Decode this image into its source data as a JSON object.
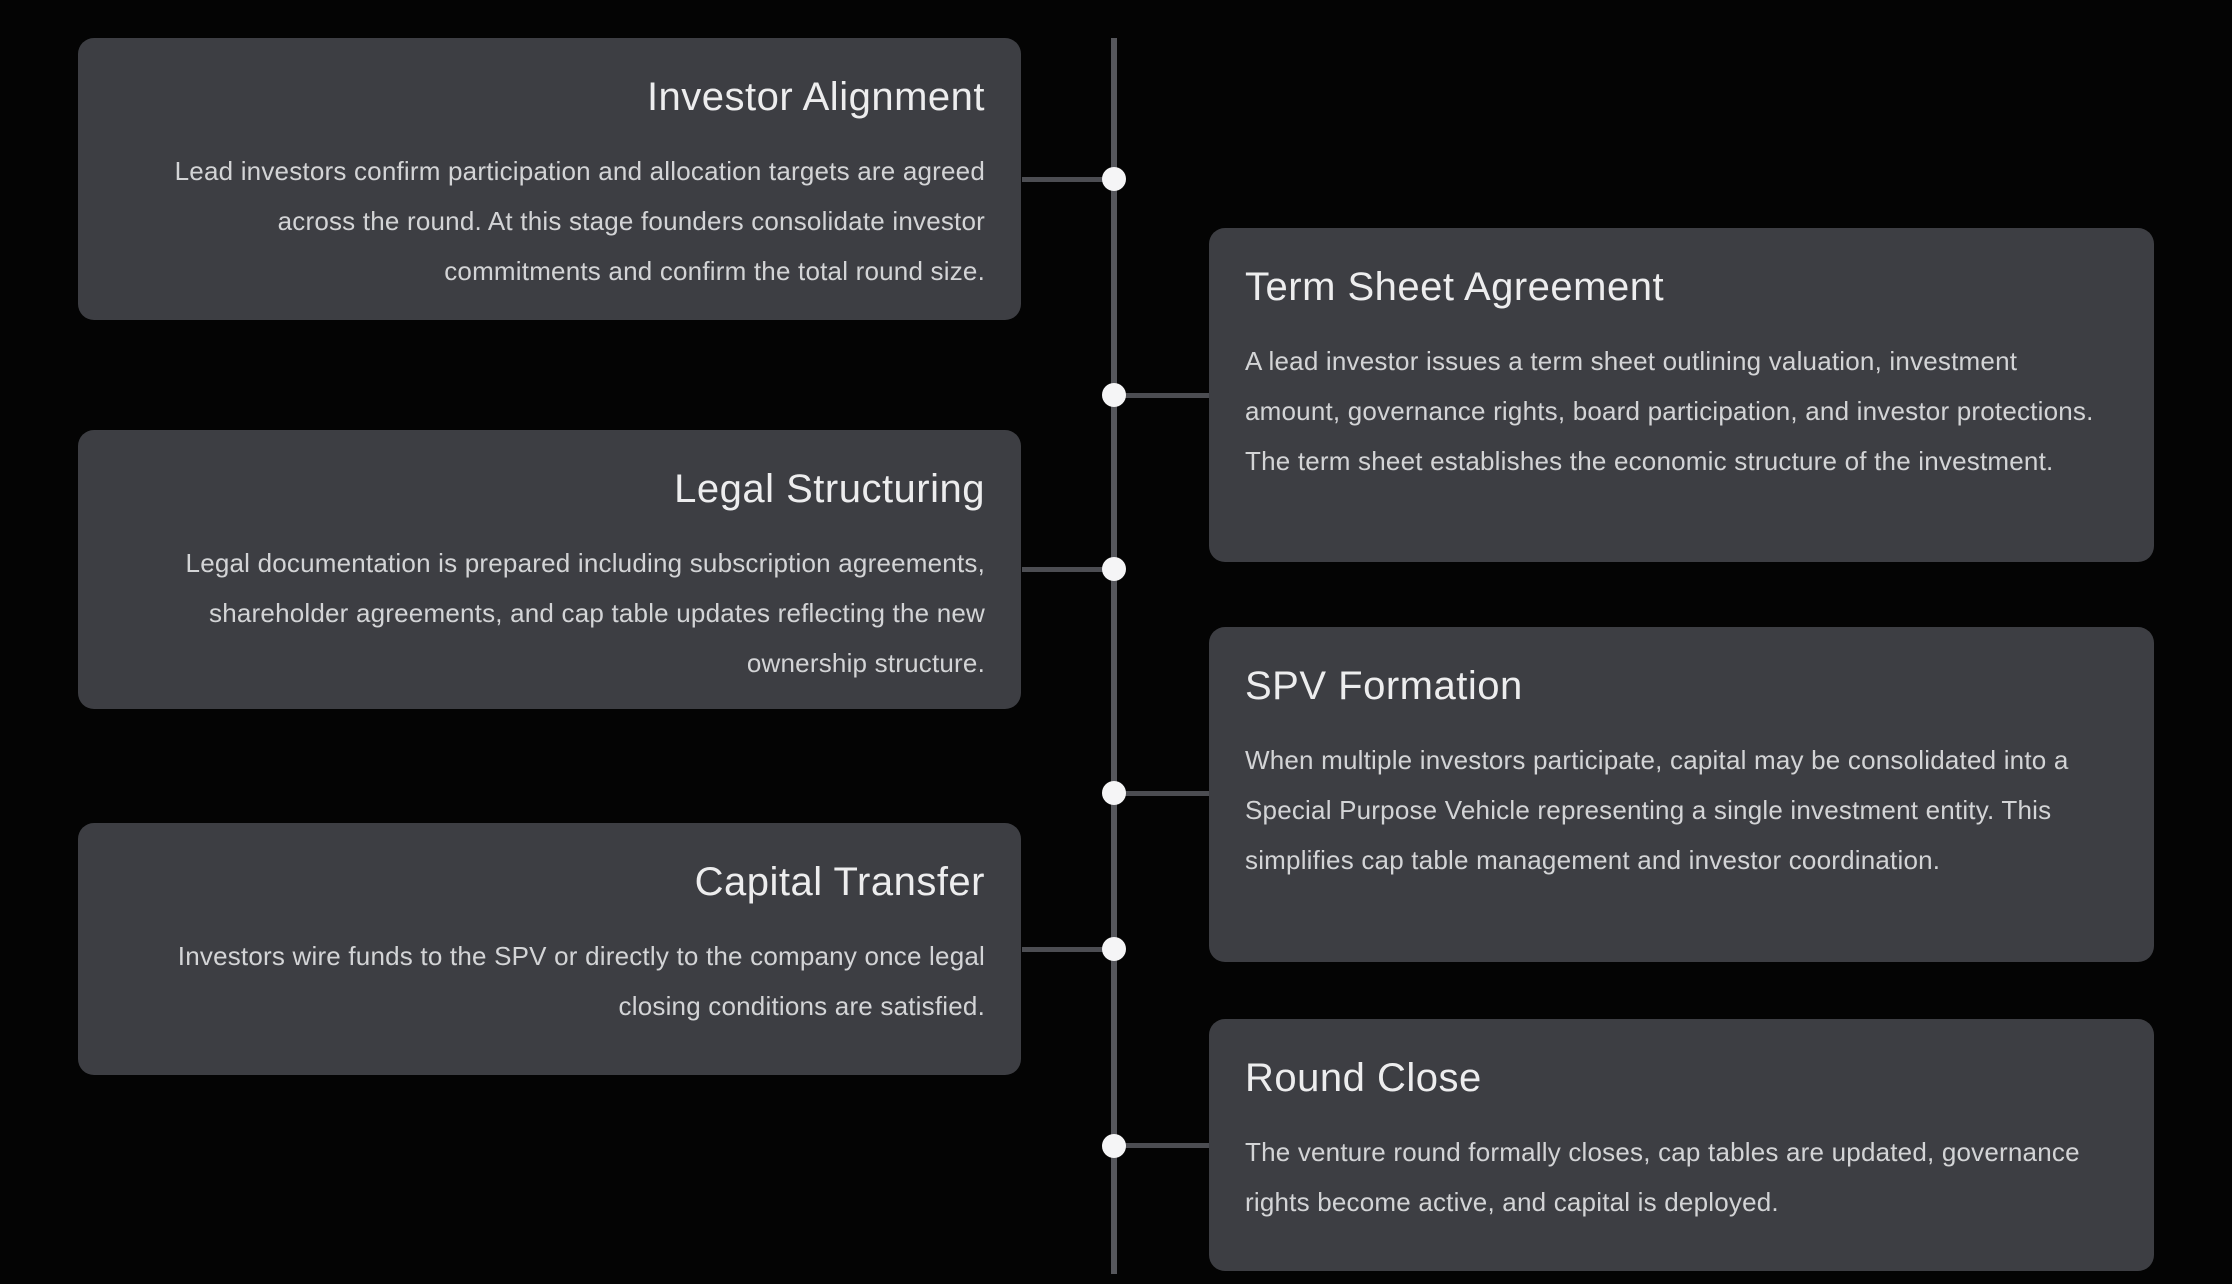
{
  "diagram": {
    "type": "vertical-timeline",
    "colors": {
      "background": "#040404",
      "card_background": "#3d3e43",
      "axis_line": "#56575c",
      "connector_line": "#4c4d52",
      "dot": "#f5f5f6",
      "title_text": "#ededee",
      "body_text": "#d3d4d6"
    },
    "items": [
      {
        "side": "left",
        "title": "Investor Alignment",
        "description": "Lead investors confirm participation and allocation targets are agreed across the round. At this stage founders consolidate investor commitments and confirm the total round size."
      },
      {
        "side": "right",
        "title": "Term Sheet Agreement",
        "description": "A lead investor issues a term sheet outlining valuation, investment amount, governance rights, board participation, and investor protections. The term sheet establishes the economic structure of the investment."
      },
      {
        "side": "left",
        "title": "Legal Structuring",
        "description": "Legal documentation is prepared including subscription agreements, shareholder agreements, and cap table updates reflecting the new ownership structure."
      },
      {
        "side": "right",
        "title": "SPV Formation",
        "description": "When multiple investors participate, capital may be consolidated into a Special Purpose Vehicle representing a single investment entity. This simplifies cap table management and investor coordination."
      },
      {
        "side": "left",
        "title": "Capital Transfer",
        "description": "Investors wire funds to the SPV or directly to the company once legal closing conditions are satisfied."
      },
      {
        "side": "right",
        "title": "Round Close",
        "description": "The venture round formally closes, cap tables are updated, governance rights become active, and capital is deployed."
      }
    ]
  }
}
